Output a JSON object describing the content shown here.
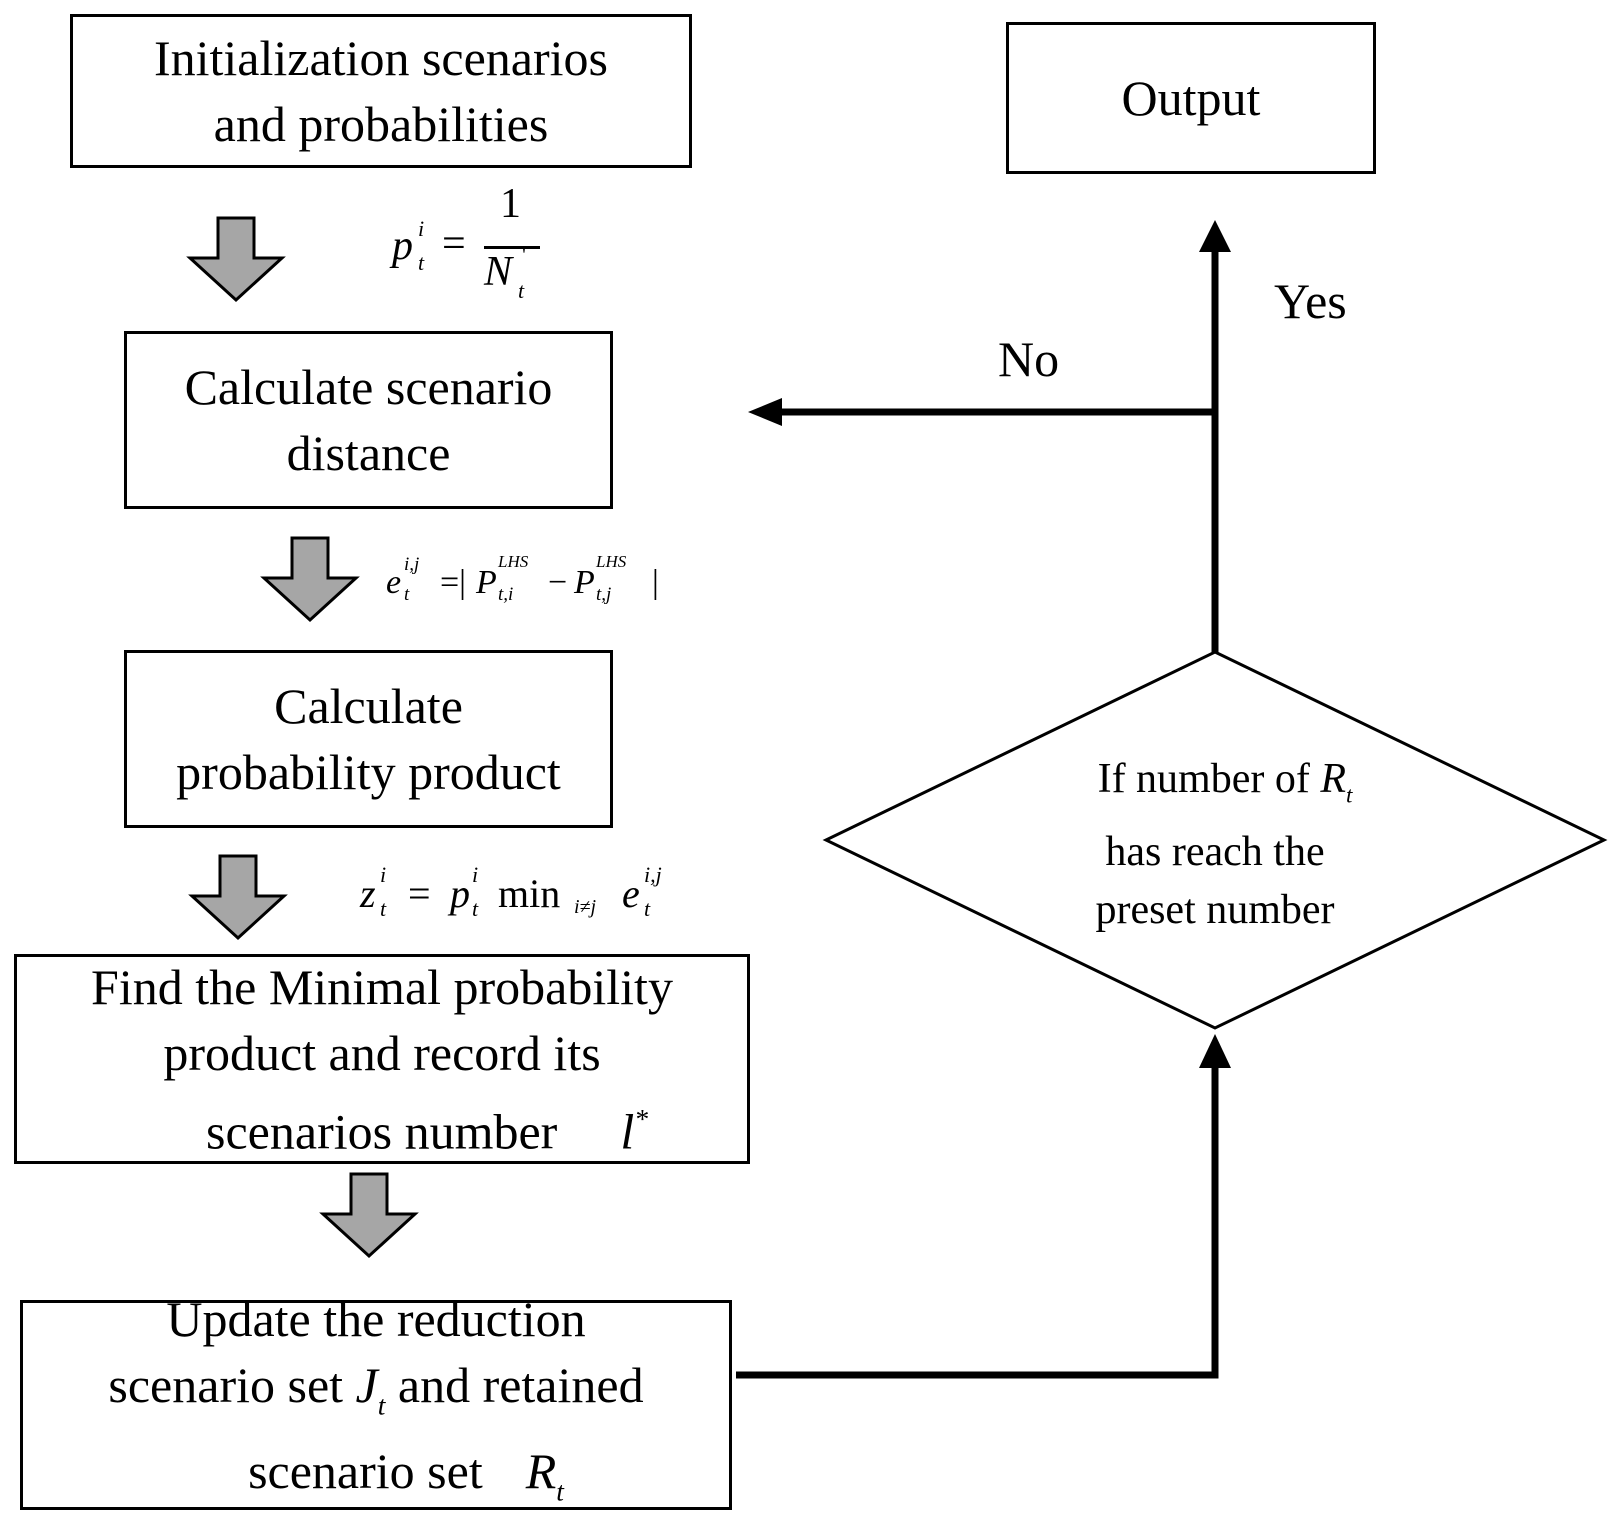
{
  "boxes": {
    "init": {
      "line1": "Initialization scenarios",
      "line2": "and probabilities"
    },
    "distance": {
      "line1": "Calculate scenario",
      "line2": "distance"
    },
    "product": {
      "line1": "Calculate",
      "line2": "probability product"
    },
    "find_min": {
      "line1": "Find the Minimal probability",
      "line2": "product and record its",
      "line3": "scenarios number",
      "var": "l"
    },
    "update": {
      "line1": "Update the reduction",
      "line2a": "scenario set",
      "var_j": "J",
      "line2b": "and retained",
      "line3": "scenario set",
      "var_r": "R"
    },
    "output": {
      "label": "Output"
    }
  },
  "decision": {
    "line1": "If number of",
    "var": "R",
    "line2": "has reach the",
    "line3": "preset number"
  },
  "edge_labels": {
    "yes": "Yes",
    "no": "No"
  },
  "formulas": {
    "f1": {
      "lhs": "p",
      "sup": "i",
      "sub": "t",
      "eq": "=",
      "num": "1",
      "den": "N",
      "den_sub": "t",
      "den_sup": "'"
    },
    "f2": {
      "lhs": "e",
      "sup": "i,j",
      "sub": "t",
      "eq": "=|",
      "p1": "P",
      "p1_sup": "LHS",
      "p1_sub": "t,i",
      "minus": "−",
      "p2": "P",
      "p2_sup": "LHS",
      "p2_sub": "t,j",
      "end": "|"
    },
    "f3": {
      "lhs": "z",
      "sup": "i",
      "sub": "t",
      "eq": "=",
      "p": "p",
      "p_sup": "i",
      "p_sub": "t",
      "min": "min",
      "min_sub": "i≠j",
      "e": "e",
      "e_sup": "i,j",
      "e_sub": "t"
    }
  },
  "colors": {
    "arrow_fill": "#a6a6a6",
    "stroke": "#000000"
  }
}
